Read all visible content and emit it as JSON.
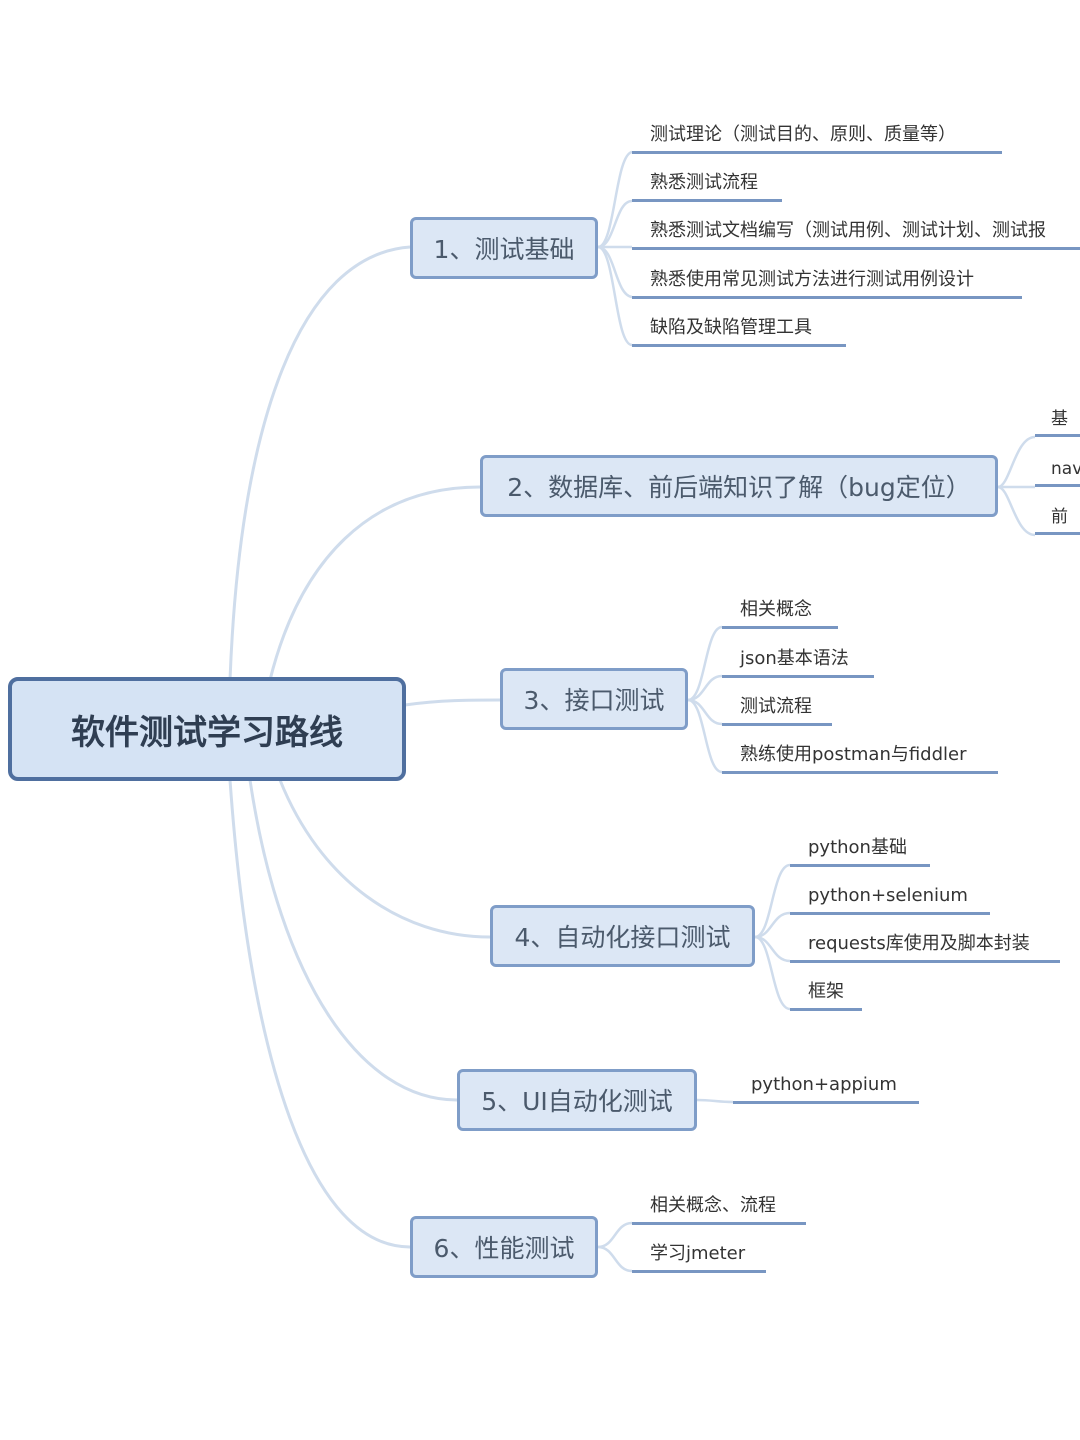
{
  "root": {
    "label": "软件测试学习路线"
  },
  "branches": [
    {
      "label": "1、测试基础",
      "items": [
        "测试理论（测试目的、原则、质量等）",
        "熟悉测试流程",
        "熟悉测试文档编写（测试用例、测试计划、测试报",
        "熟悉使用常见测试方法进行测试用例设计",
        "缺陷及缺陷管理工具"
      ]
    },
    {
      "label": "2、数据库、前后端知识了解（bug定位）",
      "items": [
        "基",
        "nav",
        "前"
      ]
    },
    {
      "label": "3、接口测试",
      "items": [
        "相关概念",
        "json基本语法",
        "测试流程",
        "熟练使用postman与fiddler"
      ]
    },
    {
      "label": "4、自动化接口测试",
      "items": [
        "python基础",
        "python+selenium",
        "requests库使用及脚本封装",
        "框架"
      ]
    },
    {
      "label": "5、UI自动化测试",
      "items": [
        "python+appium"
      ]
    },
    {
      "label": "6、性能测试",
      "items": [
        "相关概念、流程",
        "学习jmeter"
      ]
    }
  ]
}
